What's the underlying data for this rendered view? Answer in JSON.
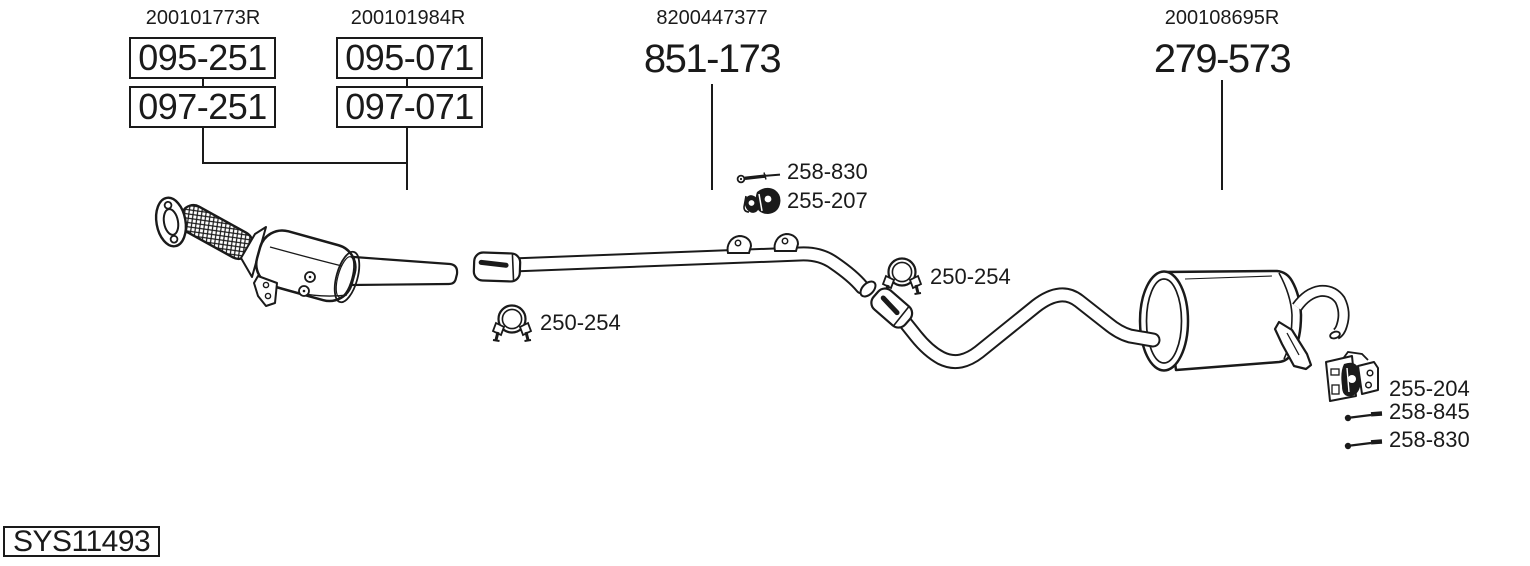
{
  "colors": {
    "ink": "#1a1a1a",
    "background": "#ffffff"
  },
  "system_code": "SYS11493",
  "oe_columns": [
    {
      "oe_ref": "200101773R",
      "parts": [
        "095-251",
        "097-251"
      ]
    },
    {
      "oe_ref": "200101984R",
      "parts": [
        "095-071",
        "097-071"
      ]
    }
  ],
  "assemblies": [
    {
      "oe_ref": "8200447377",
      "part": "851-173"
    },
    {
      "oe_ref": "200108695R",
      "part": "279-573"
    }
  ],
  "callouts": [
    {
      "part": "258-830",
      "icon": "bolt-icon"
    },
    {
      "part": "255-207",
      "icon": "rubber-hanger-icon"
    },
    {
      "part": "250-254",
      "icon": "pipe-clamp-icon"
    },
    {
      "part": "250-254",
      "icon": "pipe-clamp-icon"
    },
    {
      "part": "255-204",
      "icon": "hanger-bracket-icon"
    },
    {
      "part": "258-845",
      "icon": "bolt-icon"
    },
    {
      "part": "258-830",
      "icon": "bolt-icon"
    }
  ]
}
